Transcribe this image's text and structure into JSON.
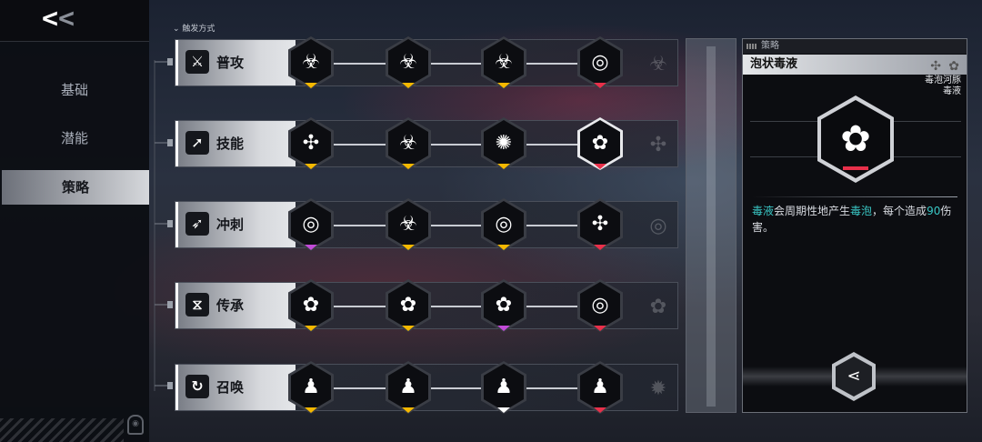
{
  "nav": {
    "back": "<<",
    "items": [
      {
        "label": "基础"
      },
      {
        "label": "潜能"
      },
      {
        "label": "策略"
      }
    ],
    "active": 2
  },
  "trigger_label": "触发方式",
  "rows": [
    {
      "name": "普攻",
      "icon": "crossed-swords-icon",
      "marks": [
        "#f5b800",
        "#f5b800",
        "#f5b800",
        "#e8304a"
      ],
      "nodes": [
        "biohazard-icon",
        "biohazard-icon",
        "biohazard-icon",
        "orbit-icon"
      ],
      "glyphs": [
        "☣",
        "☣",
        "☣",
        "◎"
      ],
      "ghost": "☣"
    },
    {
      "name": "技能",
      "icon": "arrow-up-right-icon",
      "marks": [
        "#f5b800",
        "#f5b800",
        "#f5b800",
        "#e8304a"
      ],
      "nodes": [
        "molecule-icon",
        "biohazard-icon",
        "molecule-icon",
        "blob-icon"
      ],
      "glyphs": [
        "✣",
        "☣",
        "✺",
        "✿"
      ],
      "ghost": "✣"
    },
    {
      "name": "冲刺",
      "icon": "dash-icon",
      "marks": [
        "#c24bd8",
        "#f5b800",
        "#f5b800",
        "#e8304a"
      ],
      "nodes": [
        "orbit-icon",
        "biohazard-icon",
        "orbit-icon",
        "molecule-icon"
      ],
      "glyphs": [
        "◎",
        "☣",
        "◎",
        "✣"
      ],
      "ghost": "◎"
    },
    {
      "name": "传承",
      "icon": "dna-icon",
      "marks": [
        "#f5b800",
        "#f5b800",
        "#c24bd8",
        "#e8304a"
      ],
      "nodes": [
        "blob-icon",
        "blob-icon",
        "blob-icon",
        "orbit-icon"
      ],
      "glyphs": [
        "✿",
        "✿",
        "✿",
        "◎"
      ],
      "ghost": "✿"
    },
    {
      "name": "召唤",
      "icon": "summon-icon",
      "marks": [
        "#f5b800",
        "#f5b800",
        "#ffffff",
        "#e8304a"
      ],
      "nodes": [
        "ghost-icon",
        "ghost-icon",
        "ghost-icon",
        "ghost-icon"
      ],
      "glyphs": [
        "♟",
        "♟",
        "♟",
        "♟"
      ],
      "ghost": "✹"
    }
  ],
  "panel": {
    "title": "策略",
    "name": "泡状毒液",
    "category_line1": "毒泡河豚",
    "category_line2": "毒液",
    "desc_parts": [
      {
        "t": "毒液",
        "hl": true
      },
      {
        "t": "会周期性地产生",
        "hl": false
      },
      {
        "t": "毒泡",
        "hl": true
      },
      {
        "t": "，每个造成",
        "hl": false
      },
      {
        "t": "90",
        "hl": true
      },
      {
        "t": "伤害。",
        "hl": false
      }
    ],
    "icon": "pufferfish-blob-icon",
    "share": "share-icon"
  }
}
